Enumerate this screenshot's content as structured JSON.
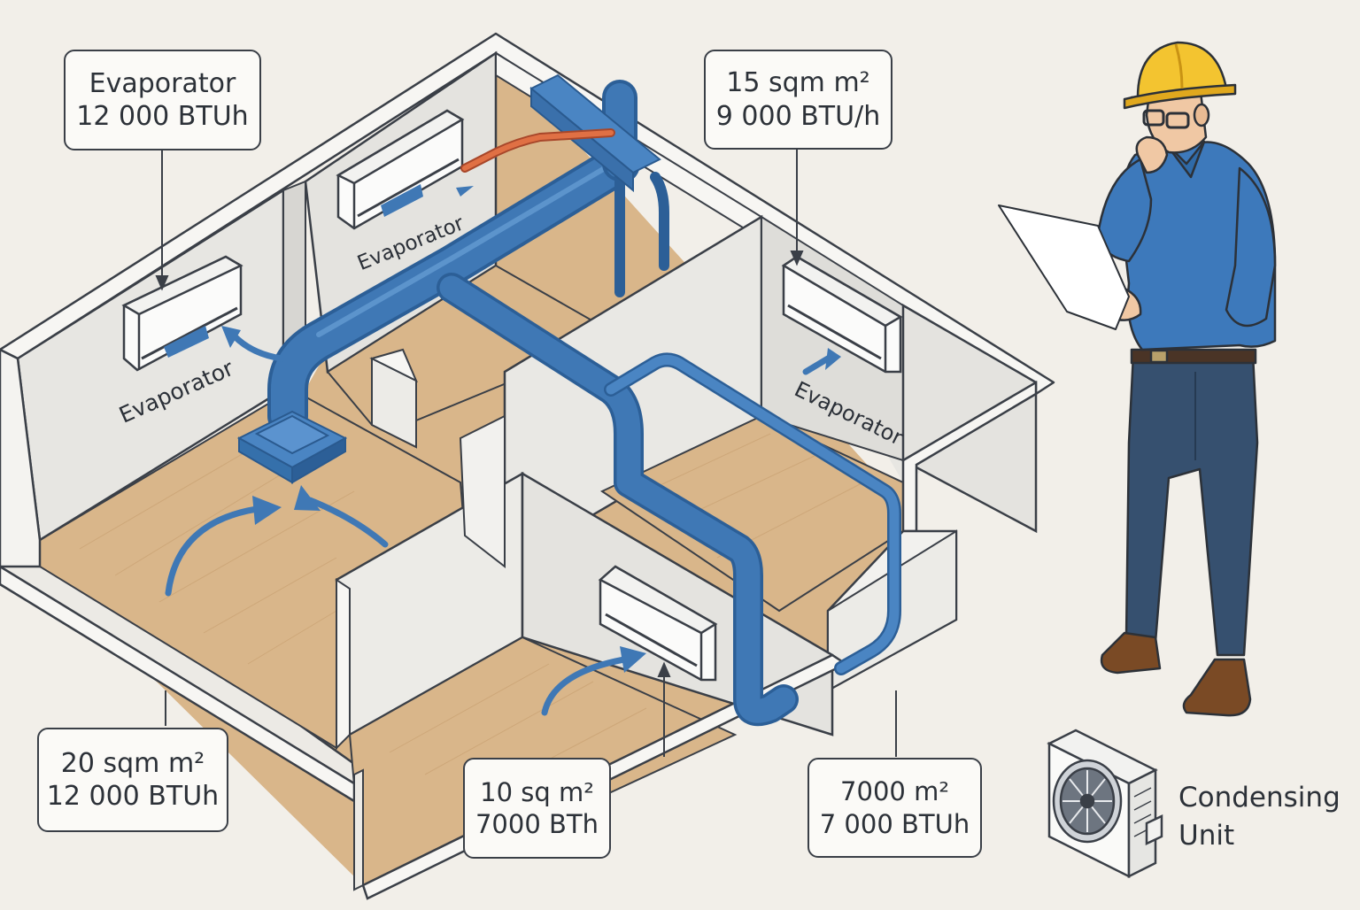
{
  "callouts": {
    "top_left": {
      "line1": "Evaporator",
      "line2": "12 000 BTUh"
    },
    "top_right": {
      "line1": "15 sqm m²",
      "line2": "9 000 BTU/h"
    },
    "bottom_left": {
      "line1": "20 sqm m²",
      "line2": "12 000 BTUh"
    },
    "bottom_center": {
      "line1": "10 sq m²",
      "line2": "7000 BTh"
    },
    "bottom_right": {
      "line1": "7000 m²",
      "line2": "7 000 BTUh"
    }
  },
  "floor_labels": {
    "left_room": "Evaporator",
    "back_room": "Evaporator",
    "right_room": "Evaporator"
  },
  "condensing_unit": {
    "line1": "Condensing",
    "line2": "Unit"
  },
  "colors": {
    "background": "#f2efe9",
    "wall": "#ecebe8",
    "wall_shade": "#d9d8d4",
    "floor": "#d8b488",
    "duct": "#3f78b5",
    "duct_dark": "#2c5f97",
    "refrigerant_line": "#d9683f",
    "shirt": "#3d79bb",
    "helmet": "#f3c430",
    "outline": "#3a3f47"
  }
}
